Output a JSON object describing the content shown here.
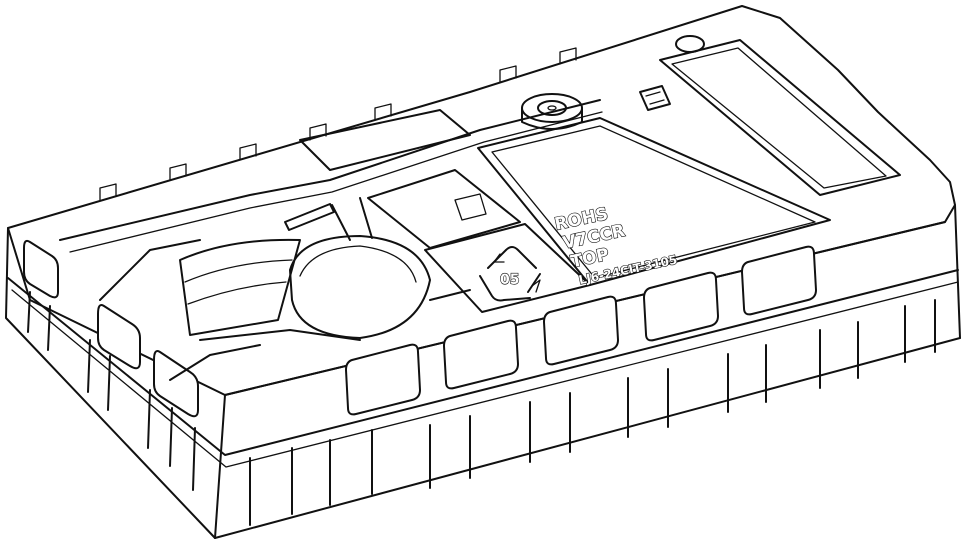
{
  "tray": {
    "markings": {
      "line1": "ROHS",
      "line2": "V7CCR",
      "line3": "TOP",
      "line4": "LJ6-24CIT-3105"
    },
    "recycle_code": "05"
  }
}
